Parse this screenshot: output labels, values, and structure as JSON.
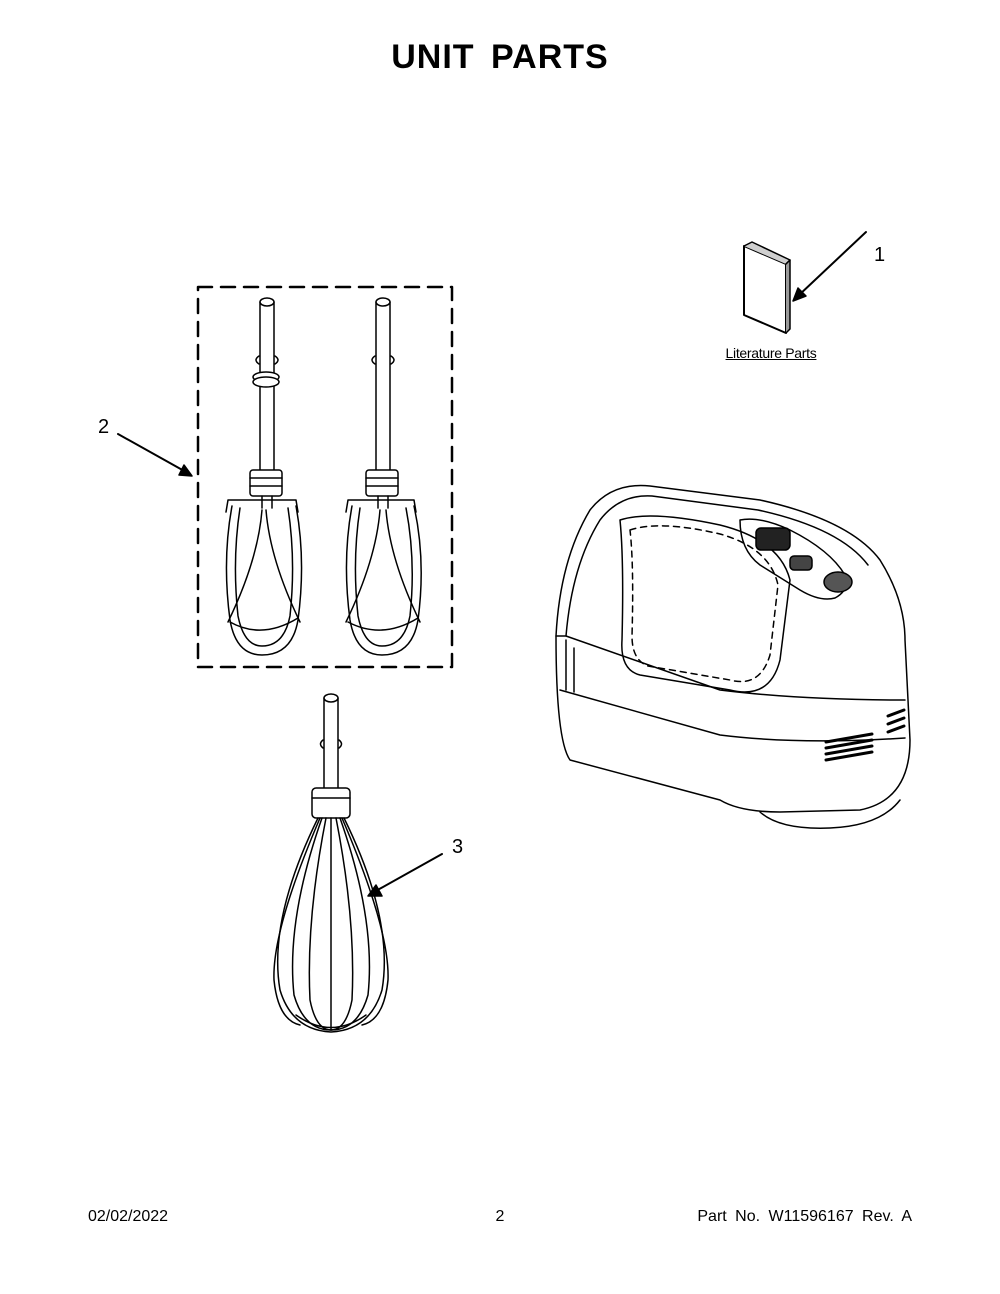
{
  "title": "UNIT  PARTS",
  "callouts": [
    {
      "number": "1",
      "part": "literature"
    },
    {
      "number": "2",
      "part": "beaters"
    },
    {
      "number": "3",
      "part": "whisk"
    }
  ],
  "literature_label": "Literature Parts",
  "footer": {
    "date": "02/02/2022",
    "page": "2",
    "part_number": "Part No.  W11596167  Rev.  A"
  },
  "colors": {
    "ink": "#000000",
    "background": "#ffffff",
    "fill_gray": "#cfcfcf"
  }
}
